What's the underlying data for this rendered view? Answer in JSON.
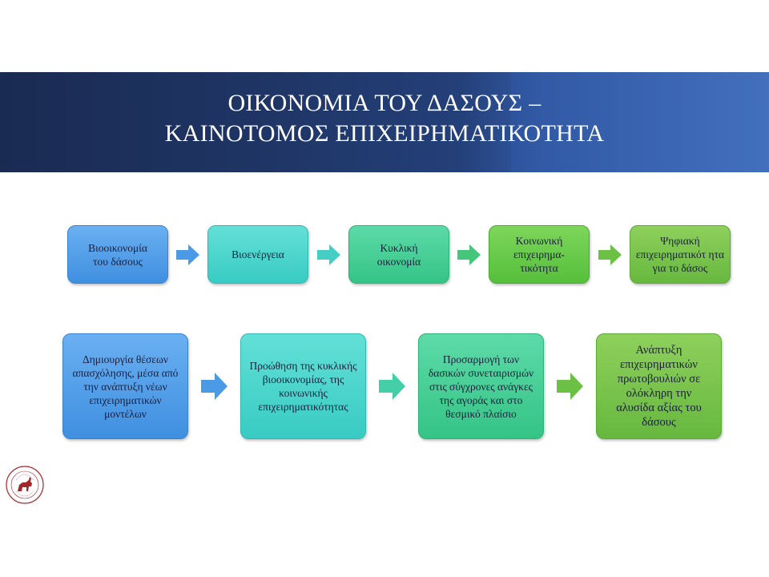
{
  "slide": {
    "title_line1": "ΟΙΚΟΝΟΜΙΑ ΤΟΥ ΔΑΣΟΥΣ –",
    "title_line2": "ΚΑΙΝΟΤΟΜΟΣ ΕΠΙΧΕΙΡΗΜΑΤΙΚΟΤΗΤΑ"
  },
  "row1": [
    {
      "label": "Βιοοικονομία του δάσους"
    },
    {
      "label": "Βιοενέργεια"
    },
    {
      "label": "Κυκλική οικονομία"
    },
    {
      "label": "Κοινωνική επιχειρημα-τικότητα"
    },
    {
      "label": "Ψηφιακή επιχειρηματικότ ητα για το δάσος"
    }
  ],
  "row2": [
    {
      "label": "Δημιουργία θέσεων απασχόλησης, μέσα από την ανάπτυξη νέων επιχειρηματικών μοντέλων"
    },
    {
      "label": "Προώθηση της κυκλικής βιοοικονομίας, της κοινωνικής επιχειρηματικότητας"
    },
    {
      "label": "Προσαρμογή των δασικών συνεταιρισμών στις σύγχρονες ανάγκες της αγοράς και στο θεσμικό πλαίσιο"
    },
    {
      "label": "Ανάπτυξη επιχειρηματικών πρωτοβουλιών σε ολόκληρη την αλυσίδα αξίας του δάσους"
    }
  ],
  "colors": {
    "banner": "#1f3565",
    "blue": "#3f8fe0",
    "cyan": "#38cbc3",
    "teal": "#35c486",
    "green": "#56bf3c",
    "light_green": "#67b83f",
    "logo_red": "#a3262a"
  },
  "icons": {
    "logo": "university-seal-centaur"
  }
}
